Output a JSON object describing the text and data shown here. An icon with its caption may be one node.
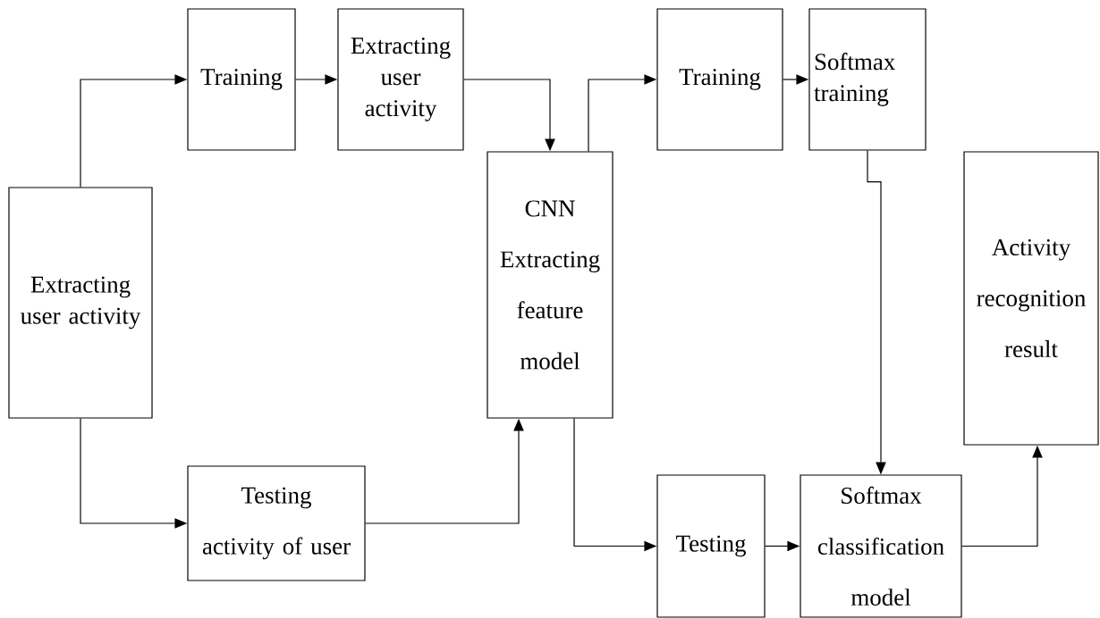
{
  "diagram": {
    "nodes": [
      {
        "text": [
          "Extracting user activity"
        ]
      },
      {
        "text": [
          "Training"
        ]
      },
      {
        "text": [
          "Extracting user activity"
        ]
      },
      {
        "text": [
          "CNN Extracting feature model"
        ]
      },
      {
        "text": [
          "Testing activity of user"
        ]
      },
      {
        "text": [
          "Training"
        ]
      },
      {
        "text": [
          "Softmax training"
        ]
      },
      {
        "text": [
          "Activity recognition result"
        ]
      },
      {
        "text": [
          "Testing"
        ]
      },
      {
        "text": [
          "Softmax classification model"
        ]
      }
    ],
    "edges": [
      {
        "from": 0,
        "to": 1,
        "arrow": "to"
      },
      {
        "from": 0,
        "to": 4,
        "arrow": "to"
      },
      {
        "from": 1,
        "to": 2,
        "arrow": "to"
      },
      {
        "from": 2,
        "to": 3,
        "arrow": "to"
      },
      {
        "from": 4,
        "to": 3,
        "arrow": "to"
      },
      {
        "from": 3,
        "to": 5,
        "arrow": "to"
      },
      {
        "from": 3,
        "to": 8,
        "arrow": "to"
      },
      {
        "from": 5,
        "to": 6,
        "arrow": "to"
      },
      {
        "from": 6,
        "to": 9,
        "arrow": "to"
      },
      {
        "from": 8,
        "to": 9,
        "arrow": "to"
      },
      {
        "from": 9,
        "to": 7,
        "arrow": "to"
      }
    ]
  }
}
